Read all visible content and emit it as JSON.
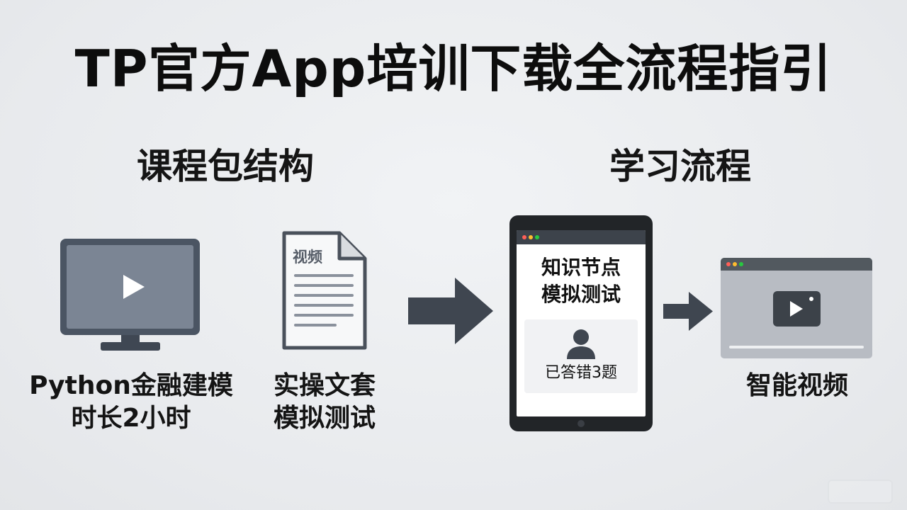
{
  "title": "TP官方App培训下载全流程指引",
  "sections": {
    "left_title": "课程包结构",
    "right_title": "学习流程"
  },
  "items": {
    "course": {
      "line1": "Python金融建模",
      "line2": "时长2小时"
    },
    "document": {
      "label": "视频",
      "line1": "实操文套",
      "line2": "模拟测试"
    },
    "tablet": {
      "line1": "知识节点",
      "line2": "模拟测试",
      "status": "已答错3题"
    },
    "video": {
      "label": "智能视频"
    }
  },
  "icons": {
    "monitor": "monitor-play-icon",
    "document": "document-icon",
    "arrow": "arrow-right-icon",
    "tablet": "tablet-icon",
    "user": "user-icon",
    "browser": "browser-video-icon"
  },
  "colors": {
    "background": "#e9ebee",
    "icon_dark": "#4b5563",
    "arrow": "#3f4650",
    "dot_red": "#ff5f57",
    "dot_yellow": "#febc2e",
    "dot_green": "#28c840"
  }
}
